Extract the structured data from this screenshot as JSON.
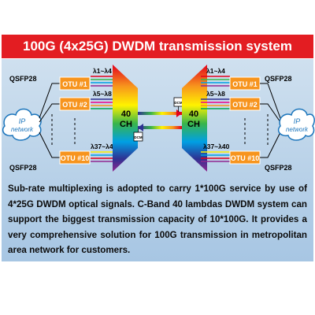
{
  "title": "100G (4x25G) DWDM transmission system",
  "left": {
    "network_label_1": "IP",
    "network_label_2": "network",
    "qsfp_top": "QSFP28",
    "qsfp_bottom": "QSFP28",
    "otu": [
      "OTU #1",
      "OTU #2",
      "OTU #10"
    ],
    "lambda": [
      "λ1~λ4",
      "λ5~λ8",
      "λ37~λ40"
    ],
    "mux_line1": "40",
    "mux_line2": "CH"
  },
  "right": {
    "network_label_1": "IP",
    "network_label_2": "network",
    "qsfp_top": "QSFP28",
    "qsfp_bottom": "QSFP28",
    "otu": [
      "OTU #1",
      "OTU #2",
      "OTU #10"
    ],
    "lambda": [
      "λ1~λ4",
      "λ5~λ8",
      "λ37~λ40"
    ],
    "mux_line1": "40",
    "mux_line2": "CH"
  },
  "dcm_label": "DCM",
  "description": "Sub-rate multiplexing is adopted to carry 1*100G service by use of 4*25G DWDM optical signals. C-Band 40 lambdas DWDM system can support the biggest transmission capacity of 10*100G. It provides a very comprehensive solution for 100G transmission in metropolitan area network for customers.",
  "colors": {
    "title_bg": "#e31d22",
    "otu_fill": "#f7941d",
    "panel_top": "#cfe0ef",
    "panel_bottom": "#a7c6e3"
  },
  "icons": [
    "cloud-icon",
    "dcm-box-icon",
    "arrow-icon"
  ]
}
